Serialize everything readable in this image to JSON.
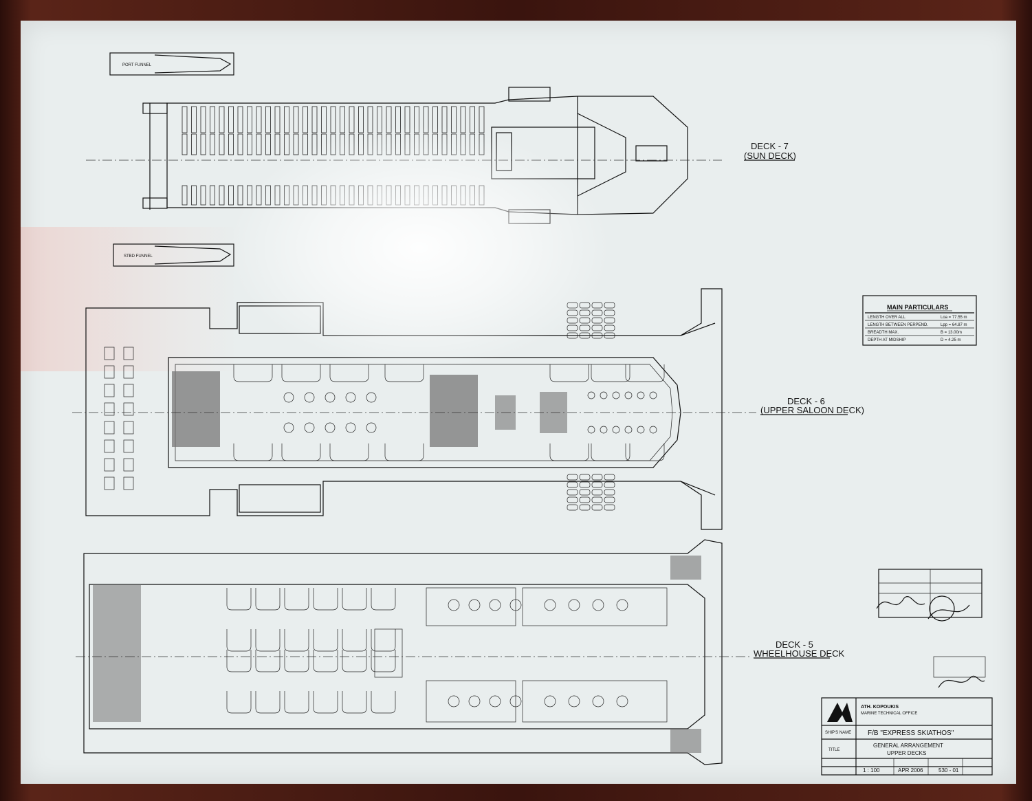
{
  "decks": [
    {
      "name": "DECK - 7",
      "sub": "(SUN  DECK)"
    },
    {
      "name": "DECK - 6",
      "sub": "(UPPER SALOON DECK)"
    },
    {
      "name": "DECK - 5",
      "sub": "WHEELHOUSE  DECK"
    }
  ],
  "particulars": {
    "title": "MAIN PARTICULARS",
    "rows": [
      {
        "label": "LENGTH OVER ALL",
        "value": "Loa = 77.55 m"
      },
      {
        "label": "LENGTH BETWEEN PERPEND.",
        "value": "Lpp = 64.87 m"
      },
      {
        "label": "BREADTH MAX.",
        "value": "B = 13.00m"
      },
      {
        "label": "DEPTH AT MIDSHIP",
        "value": "D = 4.25 m"
      }
    ]
  },
  "title_block": {
    "office_name": "ATH. KOPOUKIS",
    "office_sub": "MARINE TECHNICAL OFFICE",
    "ship_name_label": "SHIP'S NAME",
    "ship_name": "F/B  \"EXPRESS  SKIATHOS\"",
    "title_label": "TITLE",
    "title_line1": "GENERAL  ARRANGEMENT",
    "title_line2": "UPPER  DECKS",
    "scale": "1 : 100",
    "date": "APR 2006",
    "drawing_no": "530 - 01"
  },
  "labels": {
    "port_funnel": "PORT FUNNEL",
    "stbd_funnel": "STBD FUNNEL"
  }
}
